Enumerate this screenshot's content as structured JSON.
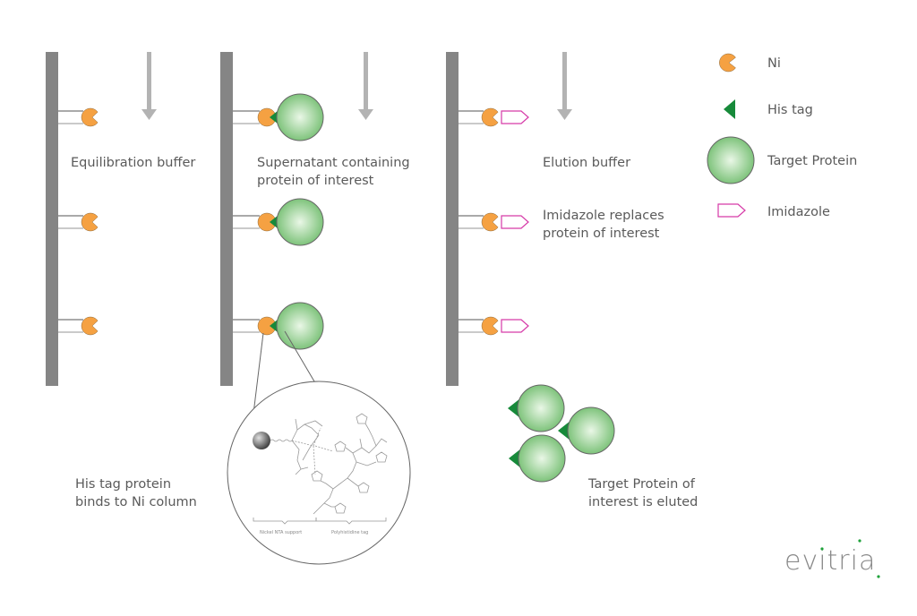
{
  "colors": {
    "column": "#858585",
    "arrow": "#b3b3b3",
    "ni": "#f5a142",
    "his_tag": "#178a3a",
    "protein_center": "#e6f5e3",
    "protein_edge": "#7cc47a",
    "imidazole": "#d63aa8",
    "text": "#5a5a5a",
    "logo_dot": "#1fa23a"
  },
  "steps": [
    {
      "label_lines": [
        "Equilibration buffer"
      ],
      "arrow_icon": "down-arrow"
    },
    {
      "label_lines": [
        "Supernatant containing",
        "protein of interest"
      ],
      "arrow_icon": "down-arrow"
    },
    {
      "label_lines": [
        "Elution buffer"
      ],
      "arrow_icon": "down-arrow"
    }
  ],
  "step3_note": [
    "Imidazole replaces",
    "protein of interest"
  ],
  "binding_note": [
    "His tag protein",
    "binds to Ni column"
  ],
  "eluted_note": [
    "Target Protein of",
    "interest is eluted"
  ],
  "inset": {
    "left_brace_label": "Nickel NTA support",
    "right_brace_label": "Polyhistidine tag"
  },
  "legend": [
    {
      "icon": "ni-icon",
      "label": "Ni"
    },
    {
      "icon": "his-tag-icon",
      "label": "His tag"
    },
    {
      "icon": "target-protein-icon",
      "label": "Target Protein"
    },
    {
      "icon": "imidazole-icon",
      "label": "Imidazole"
    }
  ],
  "logo": "evitria"
}
